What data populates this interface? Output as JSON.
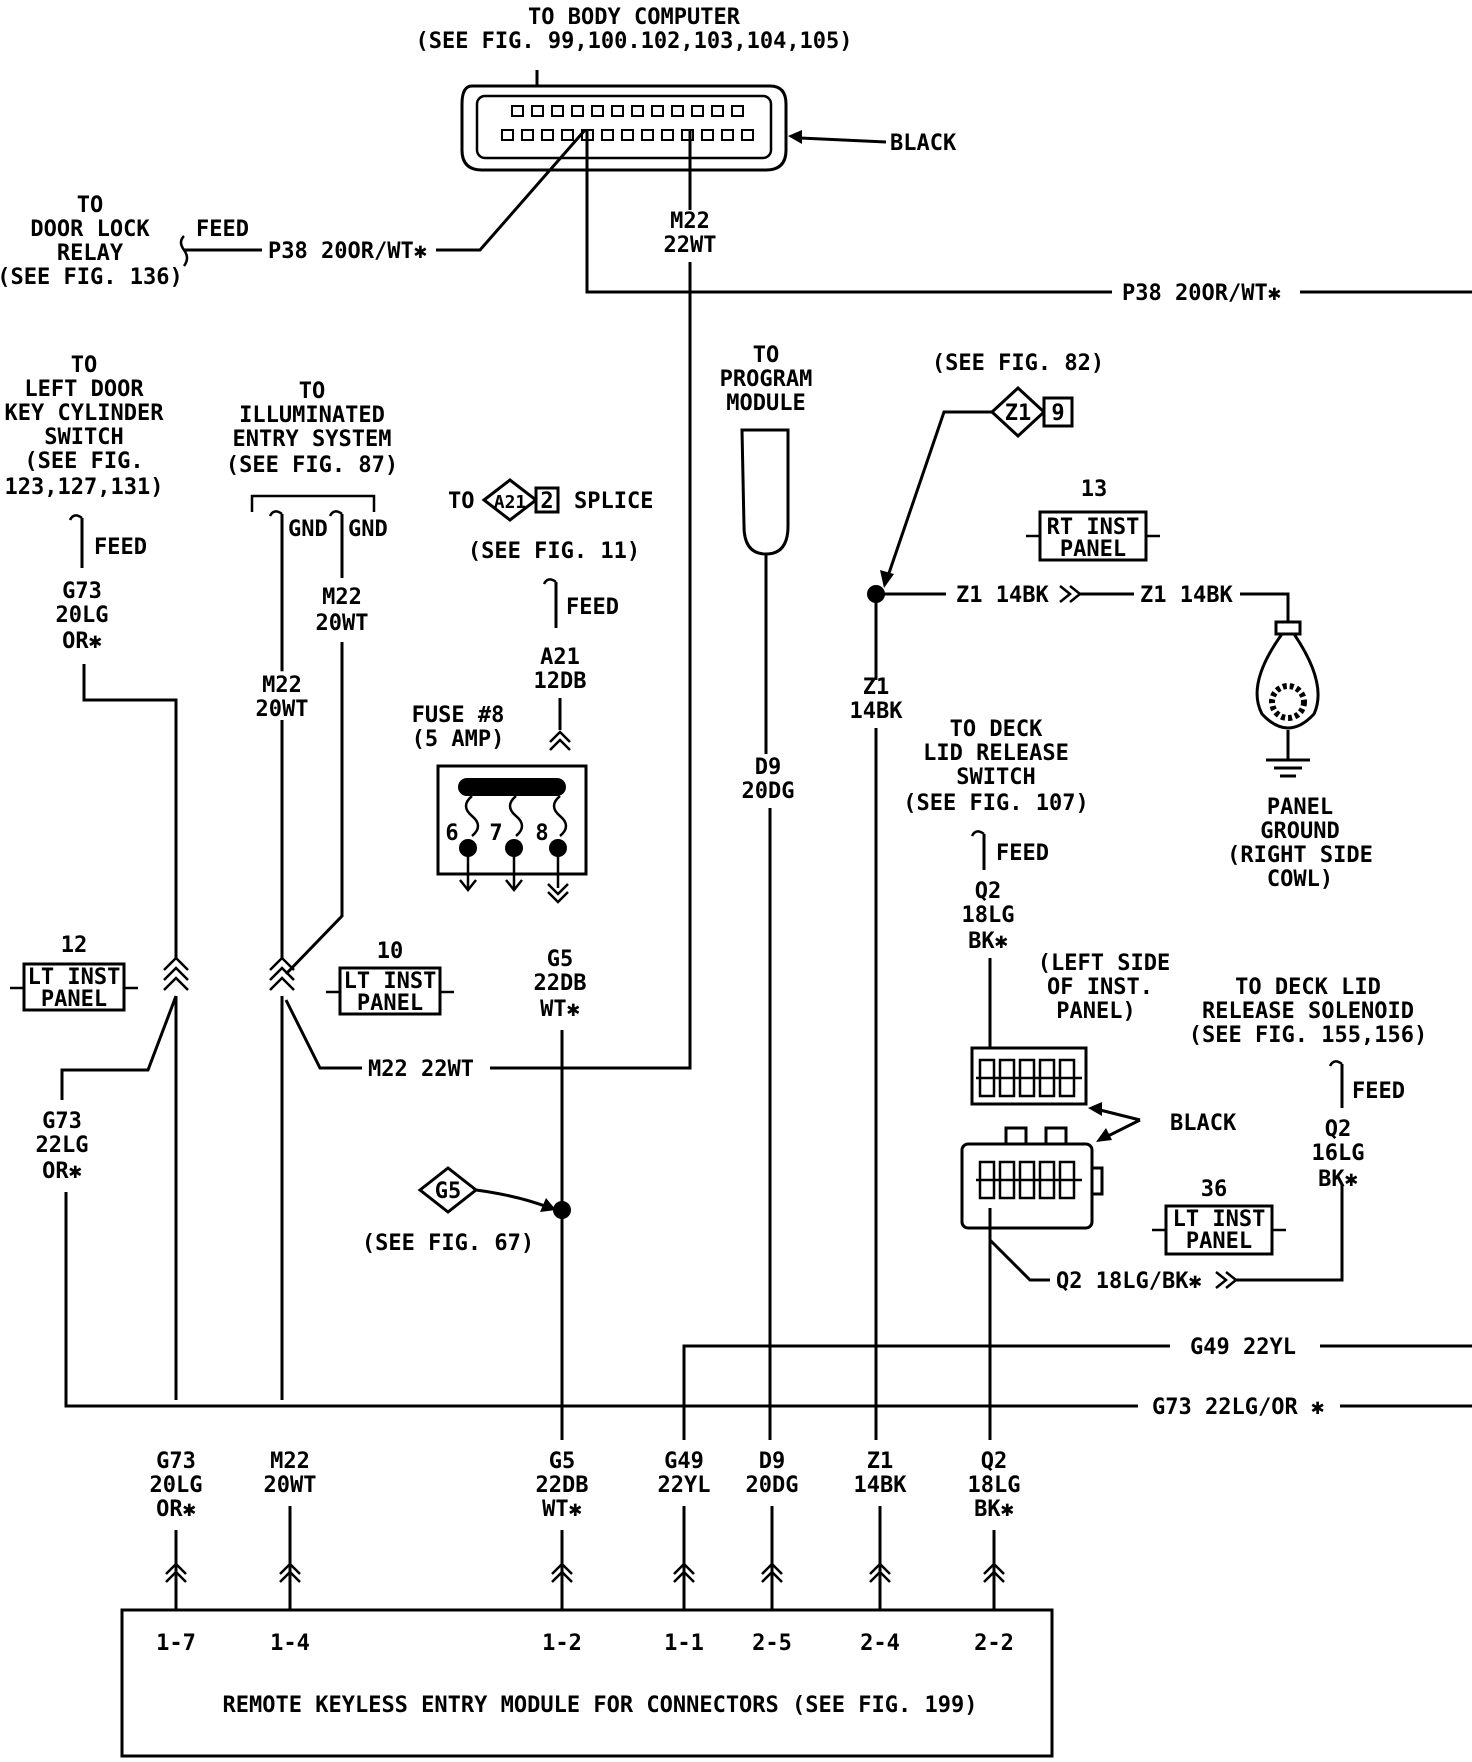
{
  "body_computer": {
    "title": "TO BODY COMPUTER",
    "ref": "(SEE FIG. 99,100.102,103,104,105)",
    "color": "BLACK"
  },
  "door_lock": {
    "lines": [
      "TO",
      "DOOR LOCK",
      "RELAY",
      "(SEE FIG. 136)"
    ],
    "feed": "FEED",
    "wire": "P38 20OR/WT✱"
  },
  "m22_top": [
    "M22",
    "22WT"
  ],
  "p38_right": "P38 20OR/WT✱",
  "left_door": {
    "lines": [
      "TO",
      "LEFT DOOR",
      "KEY CYLINDER",
      "SWITCH",
      "(SEE FIG.",
      "123,127,131)"
    ],
    "feed": "FEED",
    "wire": [
      "G73",
      "20LG",
      "OR✱"
    ]
  },
  "illuminated": {
    "lines": [
      "TO",
      "ILLUMINATED",
      "ENTRY SYSTEM",
      "(SEE FIG. 87)"
    ],
    "gnd1": "GND",
    "gnd2": "GND",
    "wire_right": [
      "M22",
      "20WT"
    ],
    "wire_left": [
      "M22",
      "20WT"
    ]
  },
  "splice": {
    "to": "TO",
    "id": "A21",
    "num": "2",
    "label": "SPLICE",
    "ref": "(SEE FIG. 11)",
    "feed": "FEED",
    "wire": [
      "A21",
      "12DB"
    ]
  },
  "fuse": {
    "title": "FUSE #8",
    "amp": "(5 AMP)",
    "pins": [
      "6",
      "7",
      "8"
    ],
    "wire_out": [
      "G5",
      "22DB",
      "WT✱"
    ]
  },
  "program_module": {
    "lines": [
      "TO",
      "PROGRAM",
      "MODULE"
    ],
    "wire": [
      "D9",
      "20DG"
    ]
  },
  "see_fig82": {
    "ref": "(SEE FIG. 82)",
    "id": "Z1",
    "num": "9"
  },
  "rt_inst_panel": {
    "num": "13",
    "lines": [
      "RT INST",
      "PANEL"
    ]
  },
  "z1_wires": {
    "left": "Z1 14BK",
    "right": "Z1 14BK",
    "vertical": [
      "Z1",
      "14BK"
    ]
  },
  "panel_ground": {
    "lines": [
      "PANEL",
      "GROUND",
      "(RIGHT SIDE",
      "COWL)"
    ]
  },
  "deck_switch": {
    "lines": [
      "TO DECK",
      "LID RELEASE",
      "SWITCH",
      "(SEE FIG. 107)"
    ],
    "feed": "FEED",
    "wire": [
      "Q2",
      "18LG",
      "BK✱"
    ]
  },
  "left_side_inst": {
    "lines": [
      "(LEFT SIDE",
      "OF INST.",
      "PANEL)"
    ]
  },
  "connector_color": "BLACK",
  "deck_solenoid": {
    "lines": [
      "TO DECK LID",
      "RELEASE SOLENOID",
      "(SEE FIG. 155,156)"
    ],
    "feed": "FEED",
    "wire": [
      "Q2",
      "16LG",
      "BK✱"
    ]
  },
  "lt_inst_12": {
    "num": "12",
    "lines": [
      "LT INST",
      "PANEL"
    ]
  },
  "lt_inst_10": {
    "num": "10",
    "lines": [
      "LT INST",
      "PANEL"
    ]
  },
  "lt_inst_36": {
    "num": "36",
    "lines": [
      "LT INST",
      "PANEL"
    ]
  },
  "m22_horizontal": "M22 22WT",
  "g73_left": [
    "G73",
    "22LG",
    "OR✱"
  ],
  "g5_ref": {
    "id": "G5",
    "ref": "(SEE FIG. 67)"
  },
  "q2_horizontal": "Q2 18LG/BK✱",
  "g49_right": "G49 22YL",
  "g73_right": "G73 22LG/OR ✱",
  "module_wires": [
    [
      "G73",
      "20LG",
      "OR✱"
    ],
    [
      "M22",
      "20WT"
    ],
    [
      "G5",
      "22DB",
      "WT✱"
    ],
    [
      "G49",
      "22YL"
    ],
    [
      "D9",
      "20DG"
    ],
    [
      "Z1",
      "14BK"
    ],
    [
      "Q2",
      "18LG",
      "BK✱"
    ]
  ],
  "module_pins": [
    "1-7",
    "1-4",
    "1-2",
    "1-1",
    "2-5",
    "2-4",
    "2-2"
  ],
  "module_title": "REMOTE KEYLESS ENTRY MODULE FOR CONNECTORS (SEE FIG. 199)"
}
